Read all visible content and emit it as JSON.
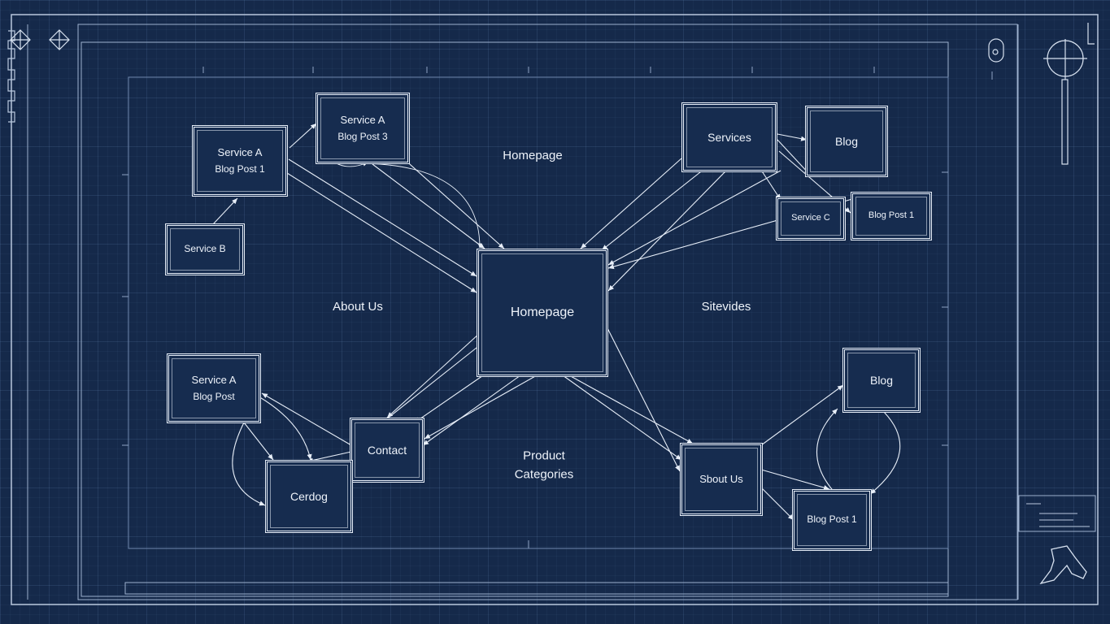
{
  "colors": {
    "background": "#15294a",
    "line": "#e7eef8",
    "node_fill": "#162c4f"
  },
  "nodes": {
    "home": {
      "label": "Homepage"
    },
    "service_a_top": {
      "line1": "Service A",
      "line2": "Blog Post 3"
    },
    "service_a_left": {
      "line1": "Service A",
      "line2": "Blog Post 1"
    },
    "service_b": {
      "label": "Service B"
    },
    "services": {
      "label": "Services"
    },
    "blog_top": {
      "label": "Blog"
    },
    "service_c": {
      "label": "Service C"
    },
    "blog_post_1_right": {
      "label": "Blog Post 1"
    },
    "service_a_bottom": {
      "line1": "Service A",
      "line2": "Blog Post"
    },
    "contact": {
      "label": "Contact"
    },
    "cerdog": {
      "label": "Cerdog"
    },
    "blog_right": {
      "label": "Blog"
    },
    "sbout_us": {
      "label": "Sbout Us"
    },
    "blog_post_1_bottom": {
      "label": "Blog Post 1"
    }
  },
  "labels": {
    "homepage_top": "Homepage",
    "about_us": "About Us",
    "sitevides": "Sitevides",
    "product_line1": "Product",
    "product_line2": "Categories"
  },
  "icons": [
    "diamond-icon",
    "diamond-icon",
    "compass-icon",
    "hook-icon",
    "pen-icon"
  ]
}
